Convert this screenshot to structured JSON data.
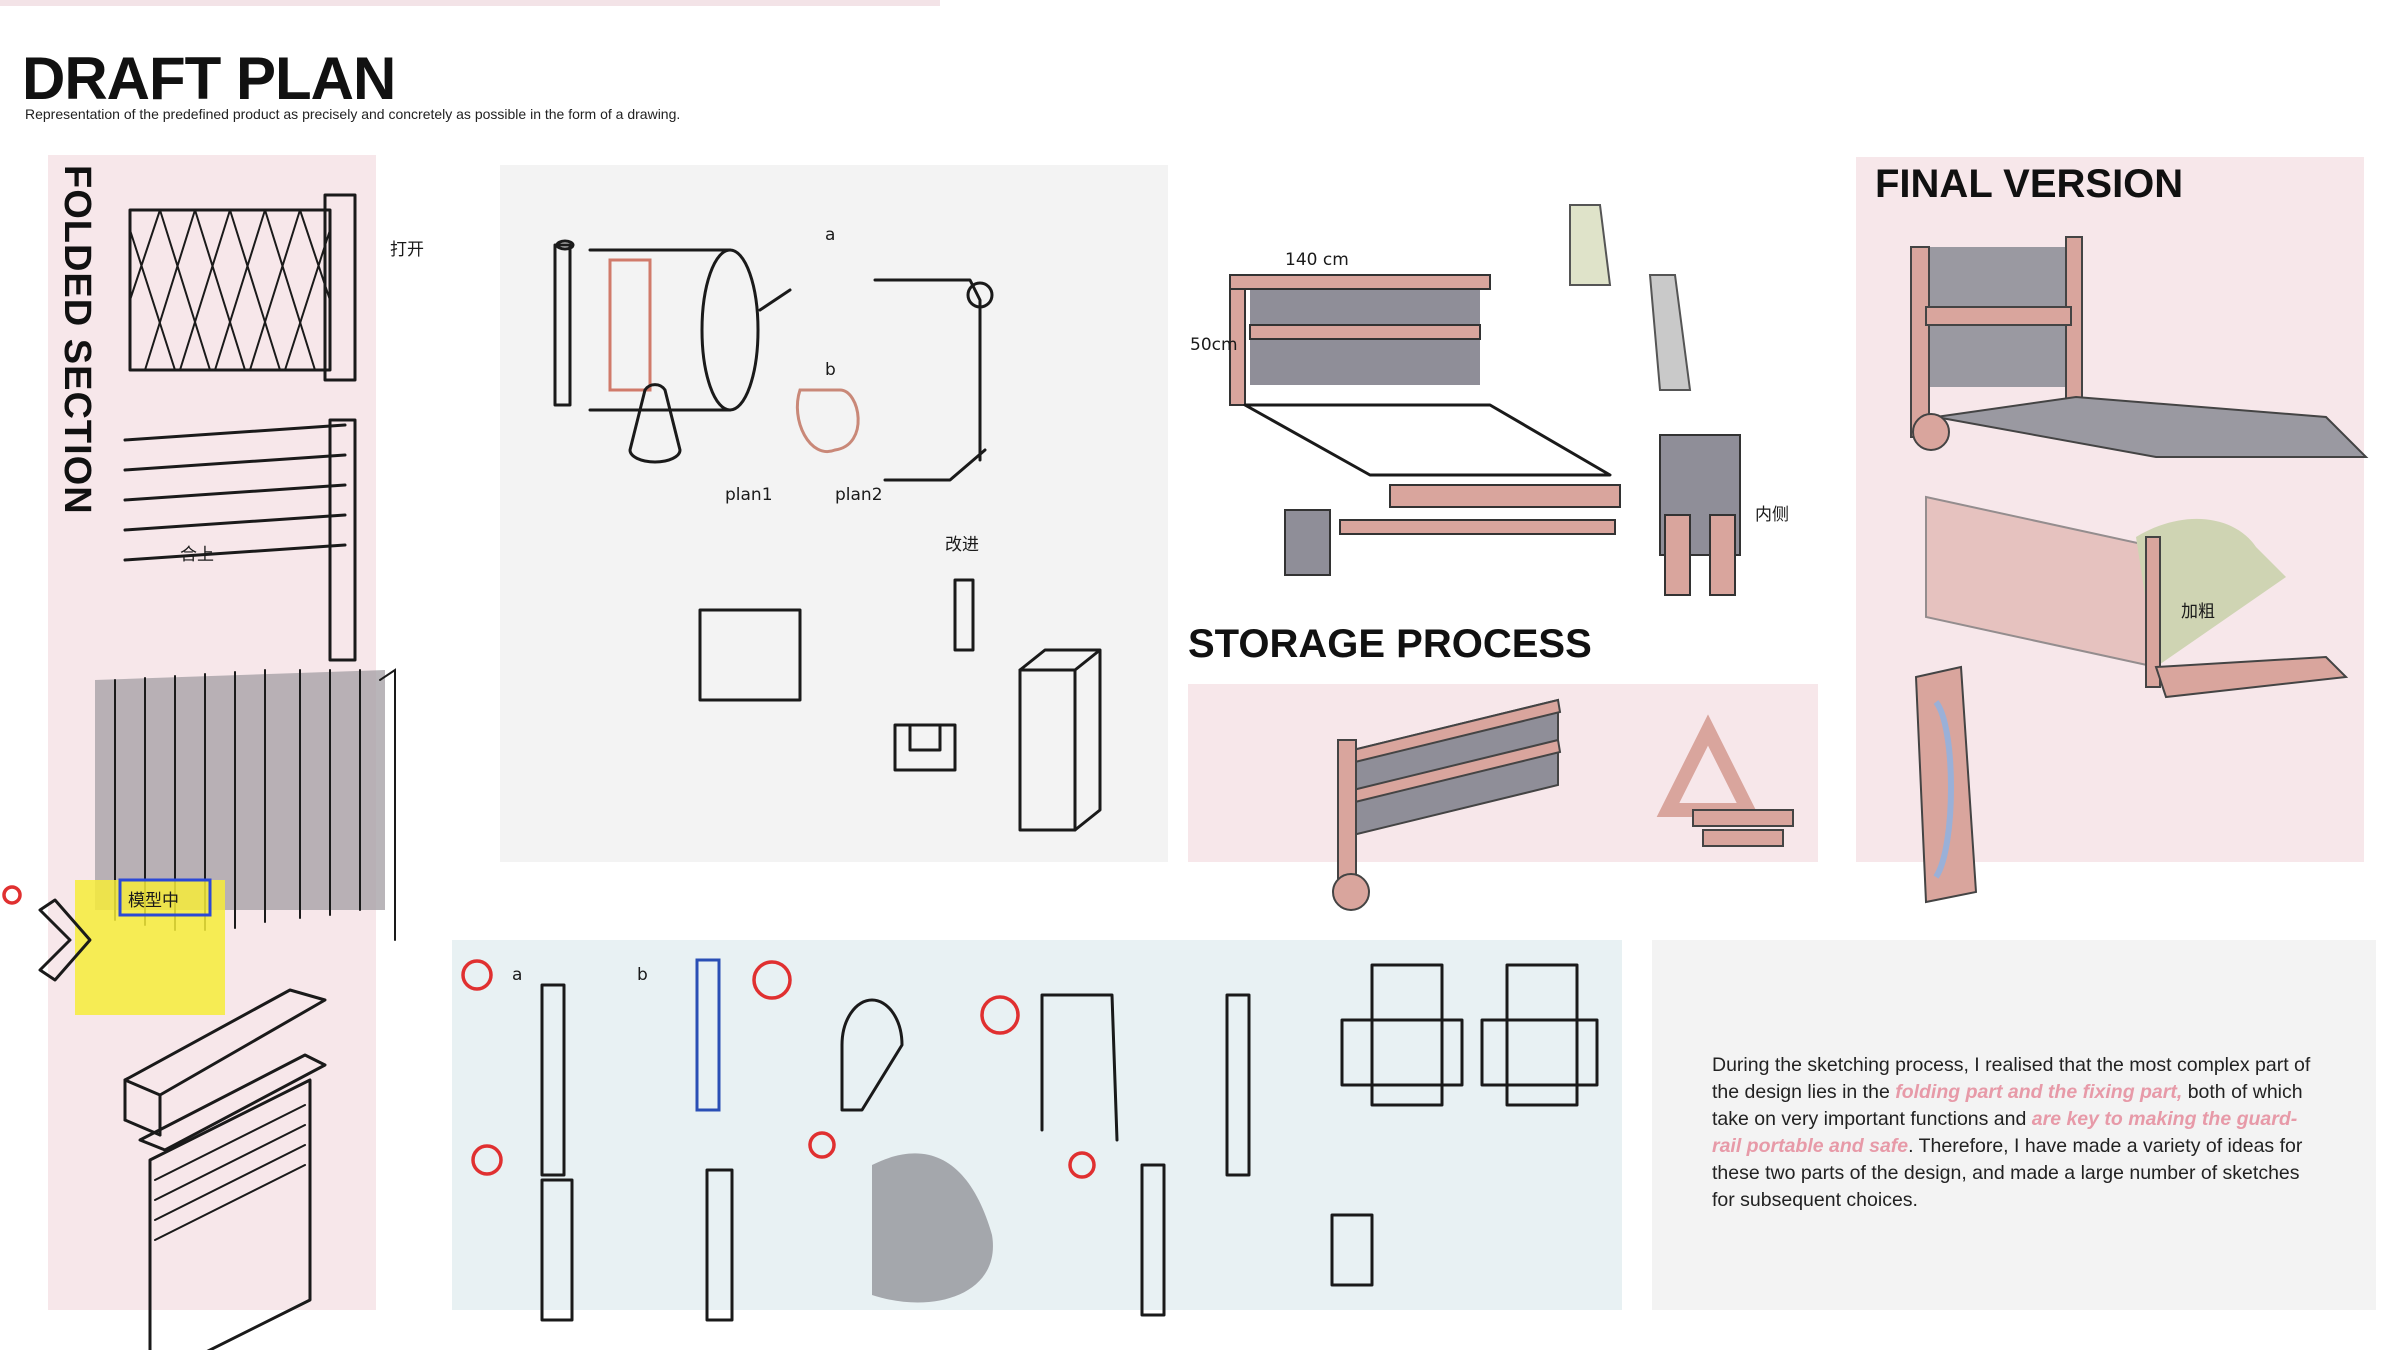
{
  "header": {
    "title": "DRAFT PLAN",
    "subtitle": "Representation of the predefined product as precisely and concretely as possible in the form of a drawing."
  },
  "sections": {
    "folded": "FOLDED SECTION",
    "storage": "STORAGE PROCESS",
    "final": "FINAL VERSION"
  },
  "sketch_notes": {
    "open": "打开",
    "close": "合上",
    "a": "a",
    "b": "b",
    "plan1": "plan1",
    "plan2": "plan2",
    "improve": "改进",
    "dim_140": "140 cm",
    "dim_50": "50cm",
    "inner": "内侧",
    "thicken": "加粗",
    "model": "模型中"
  },
  "description": {
    "p1": "During the sketching process, I realised that the most complex part of the design lies in the ",
    "h1": "folding part and the fixing part,",
    "p2": " both of which take on very important functions and ",
    "h2": "are key to making the guard-rail portable and safe",
    "p3": ". Therefore, I have made a variety of ideas for these two parts of the design, and made a large number of sketches for subsequent choices."
  },
  "colors": {
    "pink_panel": "#f7e7ea",
    "gray_panel": "#f3f3f3",
    "blue_panel": "#e8f1f3",
    "highlight": "#e79aa8",
    "wood": "#d9a59d",
    "fabric": "#a9a7ad"
  }
}
